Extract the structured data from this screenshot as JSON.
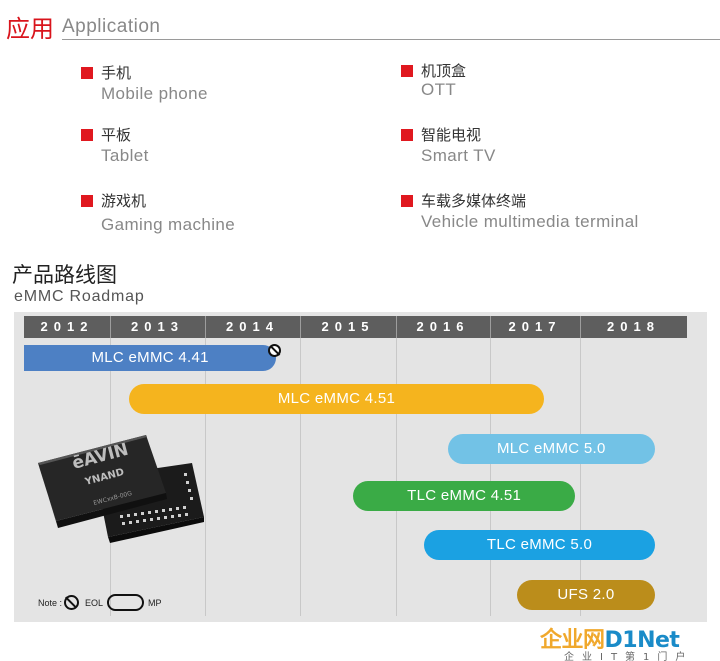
{
  "header": {
    "title_cn": "应用",
    "title_en": "Application"
  },
  "applications": [
    {
      "cn": "手机",
      "en": "Mobile phone"
    },
    {
      "cn": "机顶盒",
      "en": "OTT"
    },
    {
      "cn": "平板",
      "en": "Tablet"
    },
    {
      "cn": "智能电视",
      "en": "Smart TV"
    },
    {
      "cn": "游戏机",
      "en": "Gaming machine"
    },
    {
      "cn": "车载多媒体终端",
      "en": "Vehicle multimedia terminal"
    }
  ],
  "roadmap": {
    "title_cn": "产品路线图",
    "title_en": "eMMC Roadmap",
    "years": [
      "2012",
      "2013",
      "2014",
      "2015",
      "2016",
      "2017",
      "2018"
    ],
    "products": [
      {
        "label": "MLC eMMC 4.41",
        "start": 2012.0,
        "end": 2014.75,
        "color": "#4d80c4",
        "status": "EOL"
      },
      {
        "label": "MLC eMMC 4.51",
        "start": 2013.2,
        "end": 2017.6,
        "color": "#f5b41e",
        "status": "MP"
      },
      {
        "label": "MLC eMMC 5.0",
        "start": 2016.55,
        "end": 2018.7,
        "color": "#72c2e6",
        "status": "MP"
      },
      {
        "label": "TLC eMMC 4.51",
        "start": 2015.55,
        "end": 2017.95,
        "color": "#3aab46",
        "status": "MP"
      },
      {
        "label": "TLC eMMC 5.0",
        "start": 2016.3,
        "end": 2018.7,
        "color": "#1ba1e2",
        "status": "MP"
      },
      {
        "label": "UFS 2.0",
        "start": 2017.3,
        "end": 2018.7,
        "color": "#bb8d1b",
        "status": "MP"
      }
    ],
    "legend": {
      "note": "Note :",
      "eol": "EOL",
      "mp": "MP"
    }
  },
  "chip": {
    "brand": "ēAVIN",
    "model": "YNAND",
    "part": "EWCxxB-00G"
  },
  "watermark": {
    "main_a": "企业网",
    "main_b": "D1Net",
    "sub": "企业IT第1门户"
  },
  "colors": {
    "accent_red": "#e0181f",
    "year_bar": "#5e5e5e",
    "panel": "#e4e4e4"
  }
}
